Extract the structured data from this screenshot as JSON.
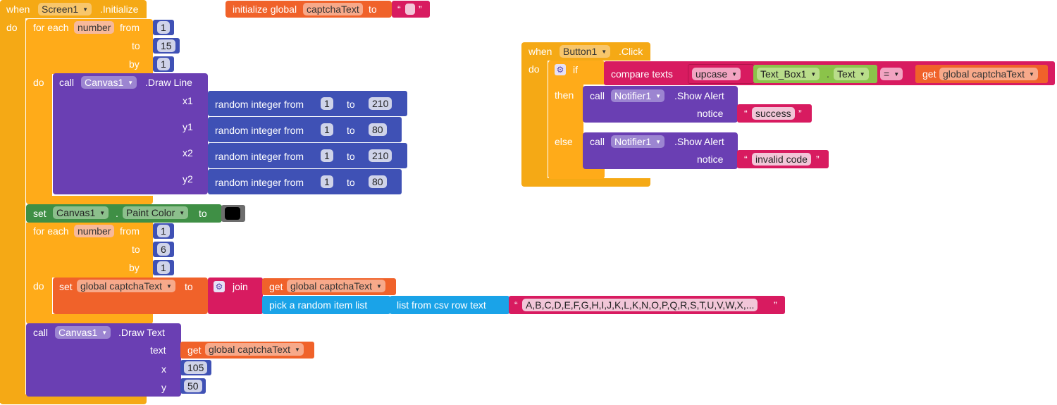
{
  "colors": {
    "event": "#f5a915",
    "control_orange": "#ffab19",
    "component_purple": "#6a3fb3",
    "math_blue": "#3f51b5",
    "variable_orange": "#f0622a",
    "text_pink": "#d81b60",
    "list_cyan": "#1aa3e8",
    "setter_green": "#3f8f45"
  },
  "screen_init": {
    "when": "when",
    "component": "Screen1",
    "event": ".Initialize",
    "do": "do",
    "loop1": {
      "for_each": "for each",
      "var": "number",
      "from": "from",
      "to": "to",
      "by": "by",
      "from_val": "1",
      "to_val": "15",
      "by_val": "1",
      "do": "do",
      "draw_line": {
        "call": "call",
        "component": "Canvas1",
        "method": ".Draw Line",
        "params": [
          {
            "label": "x1",
            "from": "1",
            "to": "210"
          },
          {
            "label": "y1",
            "from": "1",
            "to": "80"
          },
          {
            "label": "x2",
            "from": "1",
            "to": "210"
          },
          {
            "label": "y2",
            "from": "1",
            "to": "80"
          }
        ],
        "random_label": "random integer from",
        "to_word": "to"
      }
    },
    "set_paint": {
      "set": "set",
      "component": "Canvas1",
      "dot": ".",
      "property": "Paint Color",
      "to": "to",
      "color_value": "#000000"
    },
    "loop2": {
      "for_each": "for each",
      "var": "number",
      "from": "from",
      "to": "to",
      "by": "by",
      "from_val": "1",
      "to_val": "6",
      "by_val": "1",
      "do": "do",
      "set_global": {
        "set": "set",
        "var": "global captchaText",
        "to": "to",
        "join": "join",
        "get": "get",
        "get_var": "global captchaText",
        "pick": "pick a random item  list",
        "csv": "list from csv row  text",
        "csv_text": "A,B,C,D,E,F,G,H,I,J,K,L,K,N,O,P,Q,R,S,T,U,V,W,X,..."
      }
    },
    "draw_text": {
      "call": "call",
      "component": "Canvas1",
      "method": ".Draw Text",
      "text_label": "text",
      "get": "get",
      "get_var": "global captchaText",
      "x_label": "x",
      "x_val": "105",
      "y_label": "y",
      "y_val": "50"
    }
  },
  "global_init": {
    "label": "initialize global",
    "var": "captchaText",
    "to": "to"
  },
  "button_click": {
    "when": "when",
    "component": "Button1",
    "event": ".Click",
    "do": "do",
    "if": "if",
    "then": "then",
    "else": "else",
    "compare": "compare texts",
    "upcase": "upcase",
    "textbox": "Text_Box1",
    "dot": ".",
    "text_prop": "Text",
    "op": "=",
    "get": "get",
    "get_var": "global captchaText",
    "alert1": {
      "call": "call",
      "component": "Notifier1",
      "method": ".Show Alert",
      "notice": "notice",
      "value": "success"
    },
    "alert2": {
      "call": "call",
      "component": "Notifier1",
      "method": ".Show Alert",
      "notice": "notice",
      "value": "invalid code"
    }
  }
}
